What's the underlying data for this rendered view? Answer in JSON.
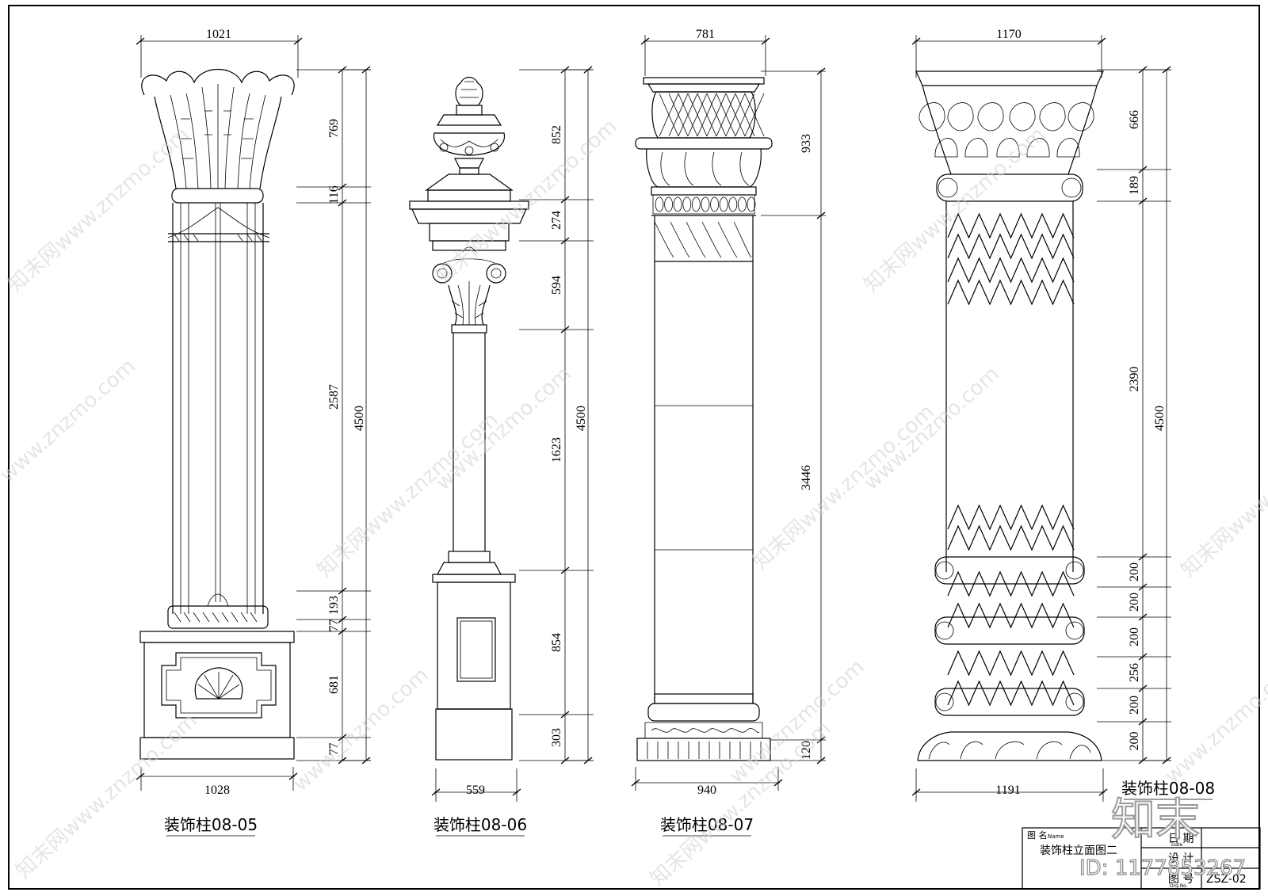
{
  "columns": [
    {
      "name": "装饰柱08-05",
      "top_width": "1021",
      "bottom_width": "1028",
      "segments": [
        "769",
        "116",
        "2587",
        "193",
        "77",
        "681",
        "77"
      ],
      "total_height": "4500"
    },
    {
      "name": "装饰柱08-06",
      "bottom_width": "559",
      "segments": [
        "852",
        "274",
        "594",
        "1623",
        "854",
        "303"
      ],
      "total_height": "4500"
    },
    {
      "name": "装饰柱08-07",
      "top_width": "781",
      "bottom_width": "940",
      "segments": [
        "933",
        "3446",
        "120"
      ]
    },
    {
      "name": "装饰柱08-08",
      "top_width": "1170",
      "bottom_width": "1191",
      "segments": [
        "666",
        "189",
        "2390",
        "200",
        "200",
        "200",
        "256",
        "200",
        "200"
      ],
      "total_height": "4500"
    }
  ],
  "title_block": {
    "name_label": "图 名",
    "name_label_en": "Name",
    "drawing_name": "装饰柱立面图二",
    "date_label": "日 期",
    "date_label_en": "Date",
    "design_label": "设 计",
    "number_label": "图 号",
    "number_label_en": "Drg.No.",
    "drawing_number": "ZSZ-02"
  },
  "watermarks": {
    "site_text": "知末网www.znzmo.com",
    "domain_text": "www.znzmo.com",
    "brand": "知末",
    "id_text": "ID: 1177853267"
  }
}
